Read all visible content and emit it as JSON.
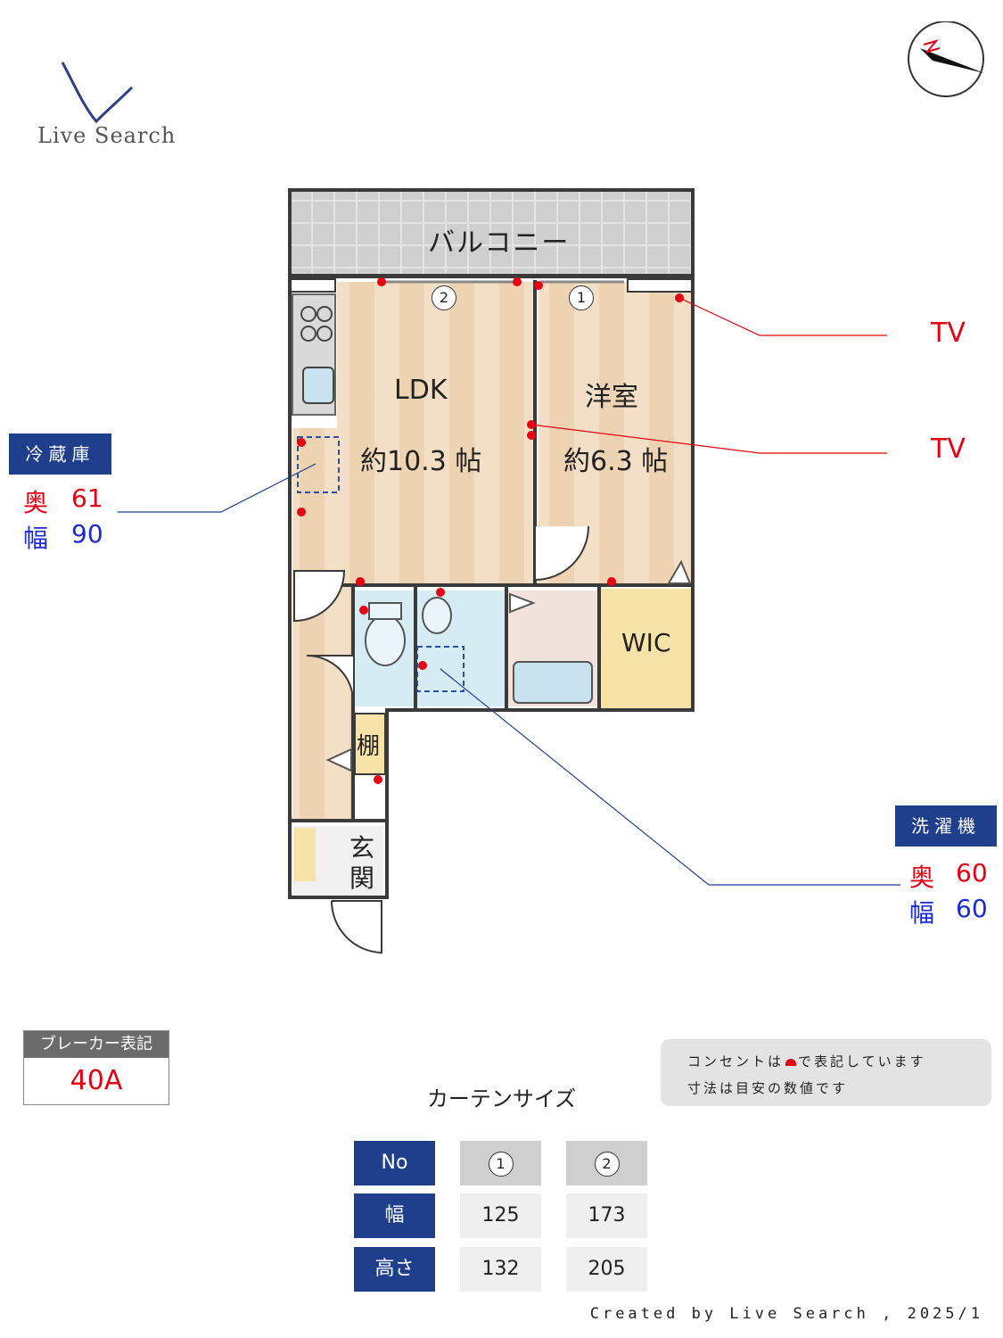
{
  "logo": {
    "text": "Live Search"
  },
  "balcony_label": "バルコニー",
  "rooms": {
    "ldk_name": "LDK",
    "ldk_size": "約10.3 帖",
    "western_name": "洋室",
    "western_size": "約6.3 帖",
    "wic": "WIC",
    "shelf": "棚",
    "entrance": "玄関"
  },
  "curtain_markers": {
    "m1": "1",
    "m2": "2"
  },
  "tv_labels": [
    "TV",
    "TV"
  ],
  "refrigerator": {
    "title": "冷蔵庫",
    "depth_label": "奥",
    "depth_value": "61",
    "width_label": "幅",
    "width_value": "90"
  },
  "washer": {
    "title": "洗濯機",
    "depth_label": "奥",
    "depth_value": "60",
    "width_label": "幅",
    "width_value": "60"
  },
  "breaker": {
    "label": "ブレーカー表記",
    "value": "40A"
  },
  "notes": {
    "line1": "コンセントは",
    "line1_after": "で表記しています",
    "line2": "寸法は目安の数値です"
  },
  "curtain": {
    "title": "カーテンサイズ",
    "headers": {
      "no": "No",
      "c1": "1",
      "c2": "2"
    },
    "rows": [
      {
        "label": "幅",
        "v1": "125",
        "v2": "173"
      },
      {
        "label": "高さ",
        "v1": "132",
        "v2": "205"
      }
    ]
  },
  "footer": "Created by Live Search , 2025/1",
  "colors": {
    "navy": "#1f3f8c",
    "red": "#e60012",
    "blue": "#1a2bd6",
    "wall": "#3a3a3a",
    "floor": "#f1dcc1",
    "wic": "#f7e3a8",
    "wet": "#d6ecf5"
  }
}
